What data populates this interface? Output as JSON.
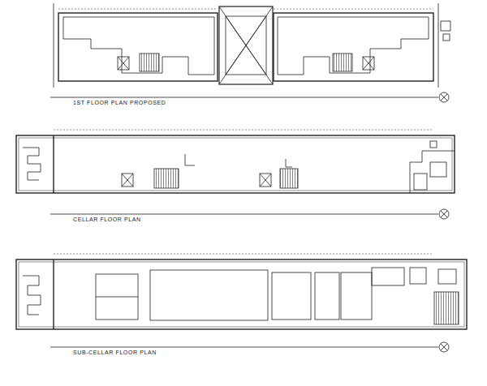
{
  "diagram": {
    "labels": [
      "1ST FLOOR PLAN PROPOSED",
      "CELLAR FLOOR PLAN",
      "SUB-CELLAR FLOOR PLAN"
    ]
  }
}
